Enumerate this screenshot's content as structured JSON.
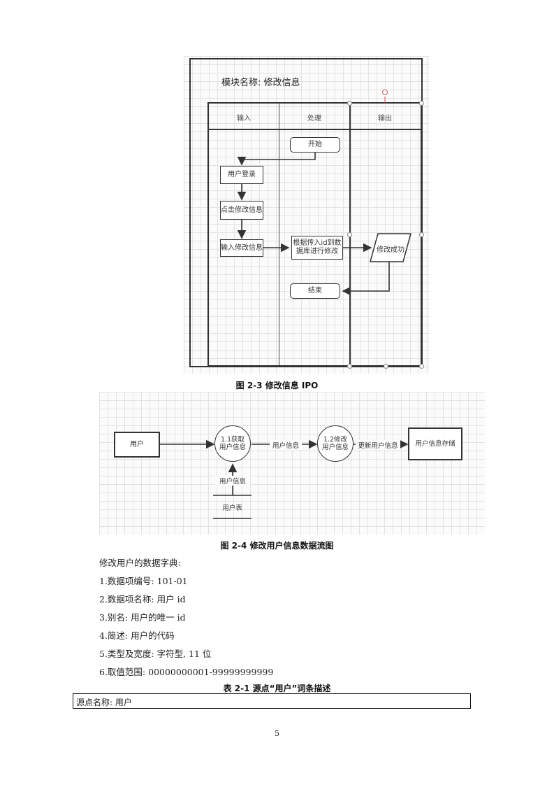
{
  "figure_ipo": {
    "title": "模块名称: 修改信息",
    "lanes": [
      "输入",
      "处理",
      "输出"
    ],
    "nodes": {
      "start": "开始",
      "user_login": "用户登录",
      "click_modify": "点击修改信息",
      "input_modify": "输入修改信息",
      "process": "根据传入id到数据库进行修改",
      "output": "修改成功",
      "end": "结束"
    },
    "caption": "图 2-3 修改信息 IPO"
  },
  "figure_dfd": {
    "external_entity": "用户",
    "process1": "1.1获取用户信息",
    "process2": "1.2修改用户信息",
    "datastore_out": "用户信息存储",
    "datastore_in": "用户表",
    "flow_in": "用户信息",
    "flow_mid": "用户信息",
    "flow_out": "更新用户信息",
    "caption": "图 2-4 修改用户信息数据流图"
  },
  "dictionary": {
    "heading": "修改用户的数据字典:",
    "items": [
      "1.数据项编号: 101-01",
      "2.数据项名称: 用户 id",
      "3.别名: 用户的唯一 id",
      "4.简述: 用户的代码",
      "5.类型及宽度: 字符型, 11 位",
      "6.取值范围: 00000000001-99999999999"
    ]
  },
  "table": {
    "caption": "表 2-1 源点“用户”词条描述",
    "row1": "源点名称: 用户"
  },
  "page_number": "5"
}
